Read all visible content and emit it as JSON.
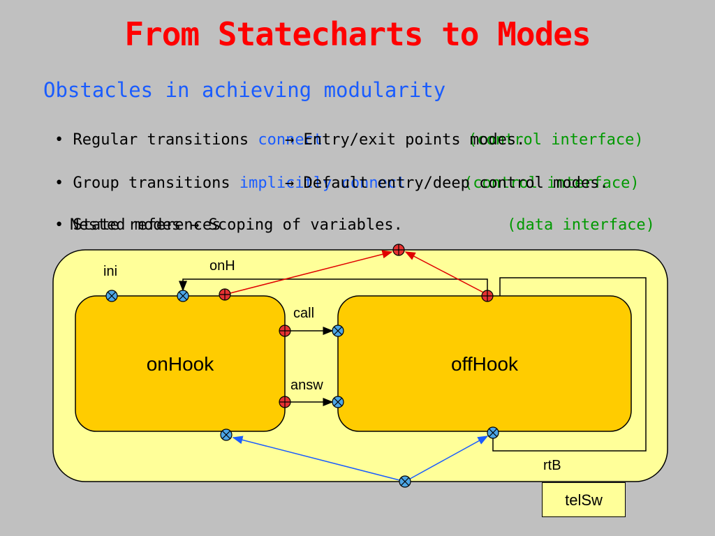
{
  "title": "From Statecharts to Modes",
  "subtitle": "Obstacles in achieving modularity",
  "bullets": [
    {
      "prefix": "• Regular transitions ",
      "middle": "connect",
      "suffix": "(control interface)"
    },
    {
      "prefix": "• Group transitions ",
      "middle": "implicitly connect",
      "suffix": "(control interface)"
    },
    {
      "prefix": "• State references ",
      "middle": "",
      "suffix": "(data interface)"
    }
  ],
  "overlays": [
    "→  Entry/exit points modes.",
    "→  Default entry/deep control modes.",
    "Nested modes  →  Scoping of variables."
  ],
  "diagram": {
    "states": {
      "left": "onHook",
      "right": "offHook"
    },
    "labels": {
      "ini": "ini",
      "onH": "onH",
      "call": "call",
      "answ": "answ",
      "rtB": "rtB"
    },
    "mode_name": "telSw",
    "colors": {
      "outer": "#ffff99",
      "state": "#ffcc00",
      "entry": "#4da6e6",
      "exit": "#e63232",
      "red_arrow": "#e00000",
      "blue_arrow": "#1a5cff"
    }
  }
}
